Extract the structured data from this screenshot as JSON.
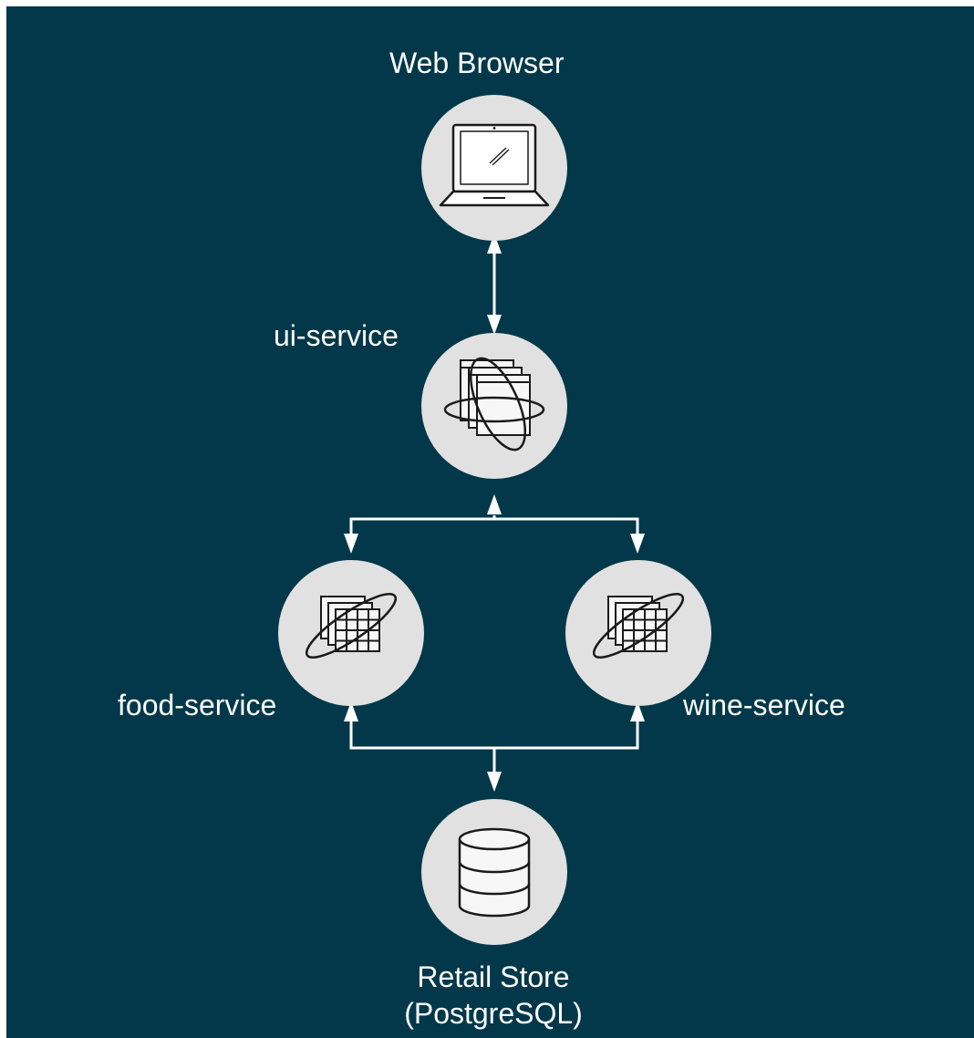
{
  "nodes": {
    "web_browser": {
      "label": "Web Browser",
      "icon": "laptop-icon"
    },
    "ui_service": {
      "label": "ui-service",
      "icon": "windows-orbit-icon"
    },
    "food_service": {
      "label": "food-service",
      "icon": "grid-orbit-icon"
    },
    "wine_service": {
      "label": "wine-service",
      "icon": "grid-orbit-icon"
    },
    "retail_store": {
      "label_line1": "Retail Store",
      "label_line2": "(PostgreSQL)",
      "icon": "database-icon"
    }
  },
  "colors": {
    "background": "#023849",
    "node_fill": "#e1e1e1",
    "connector": "#ffffff",
    "text": "#ffffff"
  }
}
